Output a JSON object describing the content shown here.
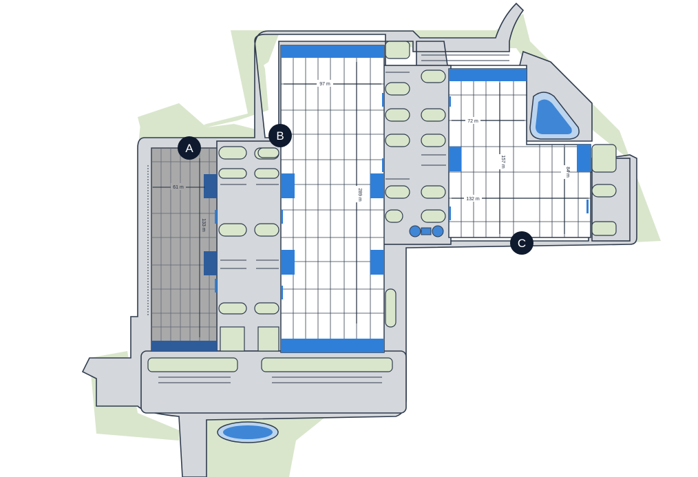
{
  "site_plan": {
    "markers": [
      {
        "id": "a",
        "label": "A"
      },
      {
        "id": "b",
        "label": "B"
      },
      {
        "id": "c",
        "label": "C"
      }
    ],
    "building_a": {
      "width_label": "61 m",
      "depth_label": "133 m"
    },
    "building_b": {
      "width_label": "97 m",
      "depth_label": "289 m"
    },
    "building_c": {
      "width_label": "72 m",
      "depth_label": "157 m",
      "extension_width_label": "132 m",
      "extension_depth_label": "84 m"
    },
    "colors": {
      "green": "#d9e6cc",
      "road": "#d4d7db",
      "road_edge": "#2f3b4e",
      "building_existing": "#a9a9a9",
      "building_new": "#ffffff",
      "dock": "#2f7fd9",
      "dock_dark": "#2e5c9a",
      "marker": "#0f1a2e",
      "water": "#3f86d6"
    }
  }
}
